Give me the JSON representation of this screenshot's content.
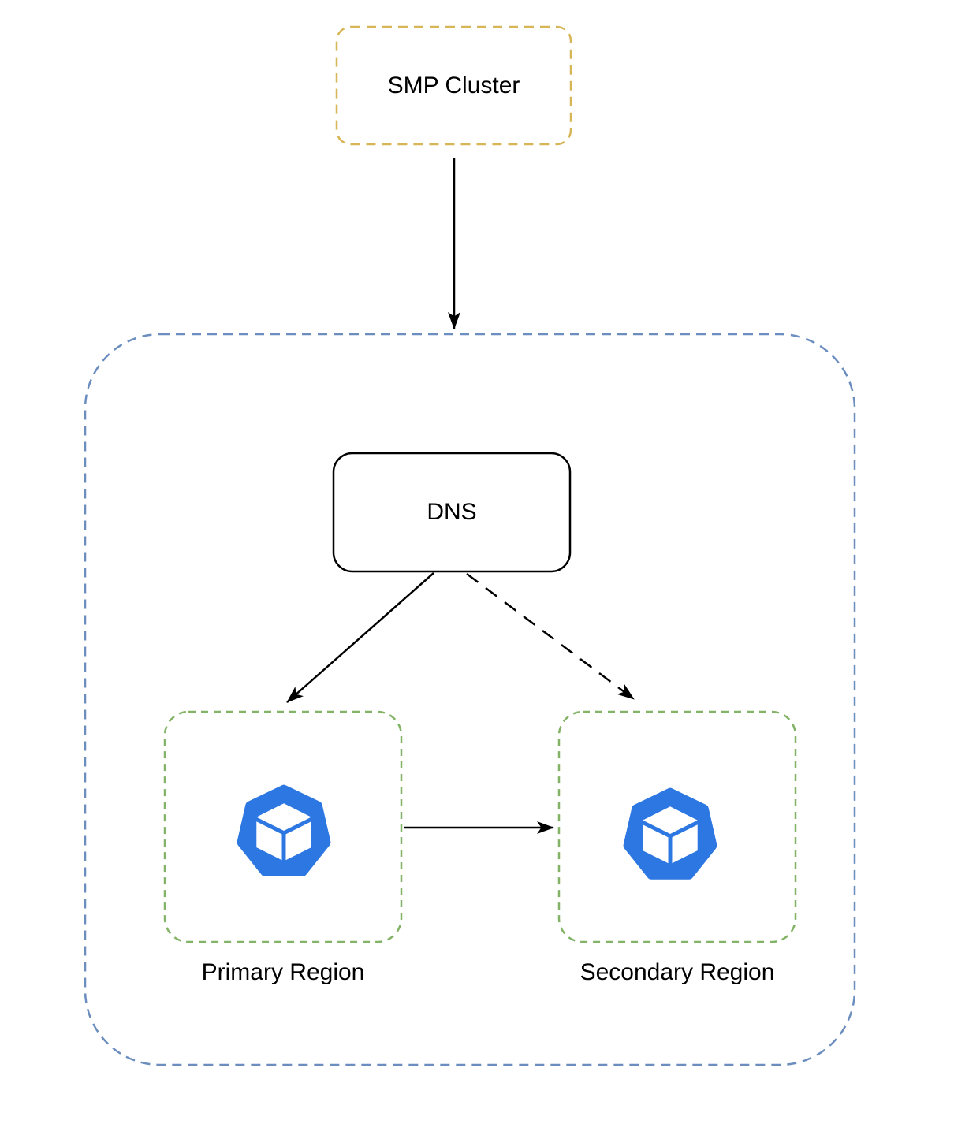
{
  "diagram": {
    "nodes": {
      "smp_cluster": {
        "label": "SMP Cluster",
        "shape": "dashed-rounded-box"
      },
      "region_group": {
        "label": "",
        "shape": "dashed-rounded-container"
      },
      "dns": {
        "label": "DNS",
        "shape": "solid-rounded-box"
      },
      "primary_region": {
        "label": "Primary Region",
        "icon": "cube-heptagon-icon",
        "shape": "dashed-rounded-box"
      },
      "secondary_region": {
        "label": "Secondary Region",
        "icon": "cube-heptagon-icon",
        "shape": "dashed-rounded-box"
      }
    },
    "edges": [
      {
        "from": "smp_cluster",
        "to": "region_group",
        "style": "solid-arrow"
      },
      {
        "from": "dns",
        "to": "primary_region",
        "style": "solid-arrow"
      },
      {
        "from": "dns",
        "to": "secondary_region",
        "style": "dashed-arrow"
      },
      {
        "from": "primary_region",
        "to": "secondary_region",
        "style": "solid-arrow"
      }
    ],
    "colors": {
      "smp_border": "#d6b656",
      "group_border": "#6c8ebf",
      "region_border": "#82b366",
      "dns_border": "#000000",
      "icon_blue": "#2c77e2",
      "arrow": "#000000",
      "background": "#ffffff",
      "text": "#000000"
    }
  }
}
